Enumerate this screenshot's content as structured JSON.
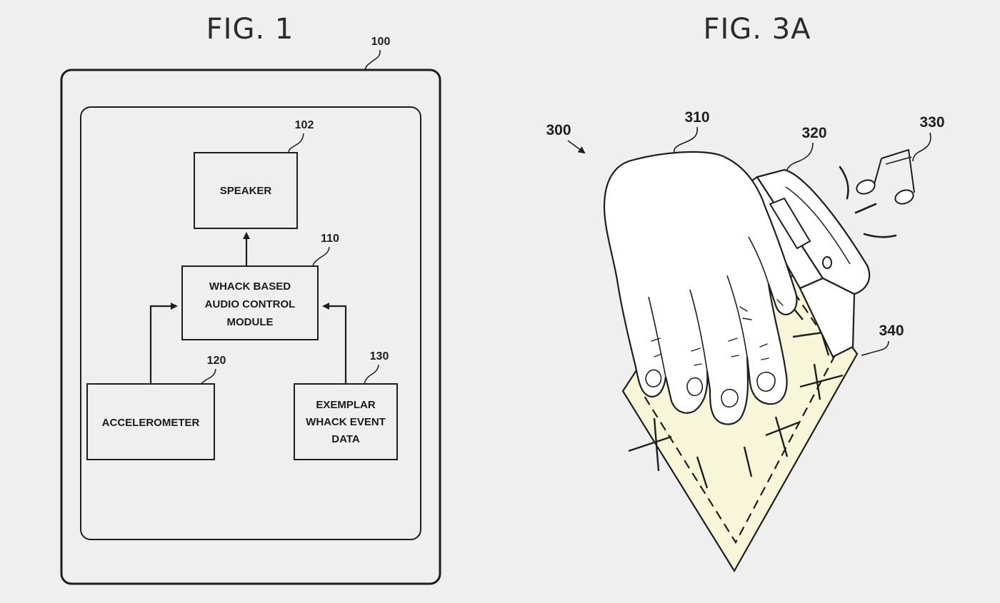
{
  "fig1": {
    "title": "FIG. 1",
    "device_ref": "100",
    "speaker": {
      "ref": "102",
      "lines": [
        "SPEAKER"
      ]
    },
    "module": {
      "ref": "110",
      "lines": [
        "WHACK BASED",
        "AUDIO CONTROL",
        "MODULE"
      ]
    },
    "accelerometer": {
      "ref": "120",
      "lines": [
        "ACCELEROMETER"
      ]
    },
    "exemplar": {
      "ref": "130",
      "lines": [
        "EXEMPLAR",
        "WHACK EVENT",
        "DATA"
      ]
    }
  },
  "fig3a": {
    "title": "FIG. 3A",
    "assembly_ref": "300",
    "hand_ref": "310",
    "device_ref": "320",
    "sound_ref": "330",
    "surface_ref": "340"
  },
  "colors": {
    "background": "#efefef",
    "highlight_fill": "#f8f6d8",
    "ink": "#1e1e1e"
  },
  "icons": [
    "music-notes-icon"
  ]
}
